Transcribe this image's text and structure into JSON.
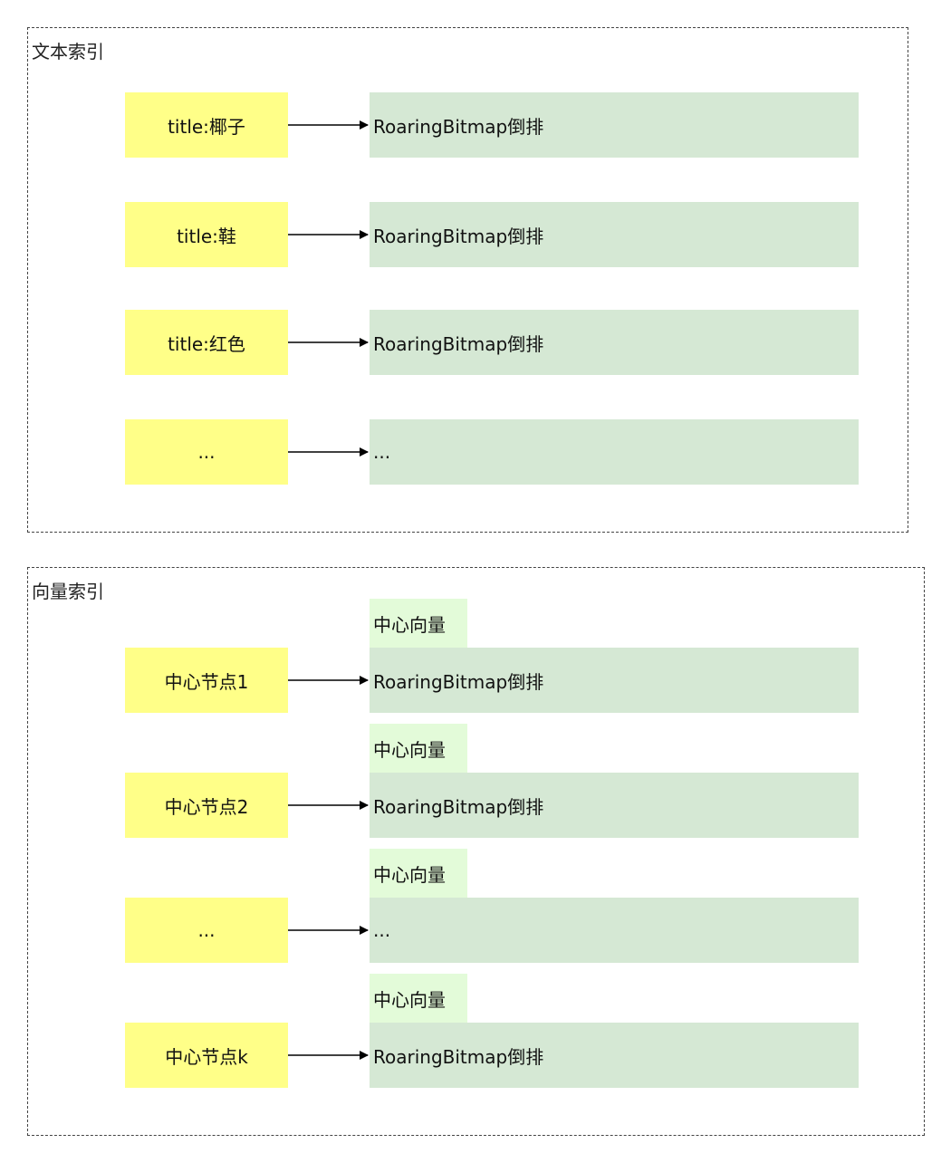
{
  "text_index": {
    "label": "文本索引",
    "rows": [
      {
        "key": "title:椰子",
        "value": "RoaringBitmap倒排"
      },
      {
        "key": "title:鞋",
        "value": "RoaringBitmap倒排"
      },
      {
        "key": "title:红色",
        "value": "RoaringBitmap倒排"
      },
      {
        "key": "...",
        "value": "..."
      }
    ]
  },
  "vector_index": {
    "label": "向量索引",
    "rows": [
      {
        "tag": "中心向量",
        "key": "中心节点1",
        "value": "RoaringBitmap倒排"
      },
      {
        "tag": "中心向量",
        "key": "中心节点2",
        "value": "RoaringBitmap倒排"
      },
      {
        "tag": "中心向量",
        "key": "...",
        "value": "..."
      },
      {
        "tag": "中心向量",
        "key": "中心节点k",
        "value": "RoaringBitmap倒排"
      }
    ]
  }
}
